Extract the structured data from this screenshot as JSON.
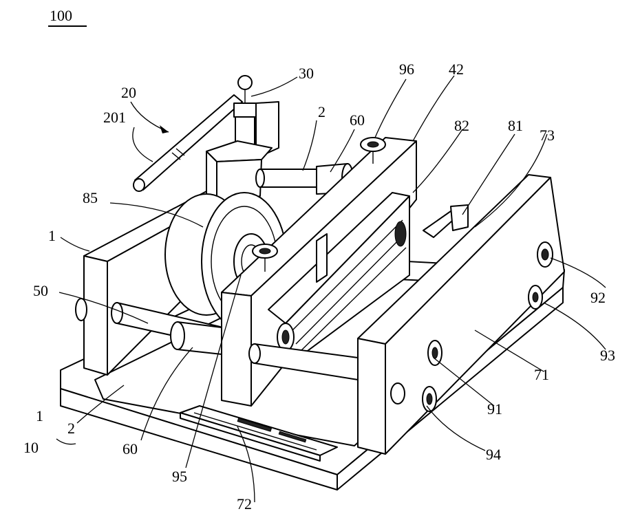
{
  "figure": {
    "main_label": "100",
    "labels": {
      "l_20": "20",
      "l_201": "201",
      "l_30": "30",
      "l_2_top": "2",
      "l_60_top": "60",
      "l_96": "96",
      "l_42": "42",
      "l_82": "82",
      "l_81": "81",
      "l_73": "73",
      "l_85": "85",
      "l_1_left": "1",
      "l_50": "50",
      "l_92": "92",
      "l_93": "93",
      "l_71": "71",
      "l_91": "91",
      "l_94": "94",
      "l_1_bottom": "1",
      "l_10": "10",
      "l_2_bottom": "2",
      "l_60_bottom": "60",
      "l_95": "95",
      "l_72": "72"
    }
  }
}
